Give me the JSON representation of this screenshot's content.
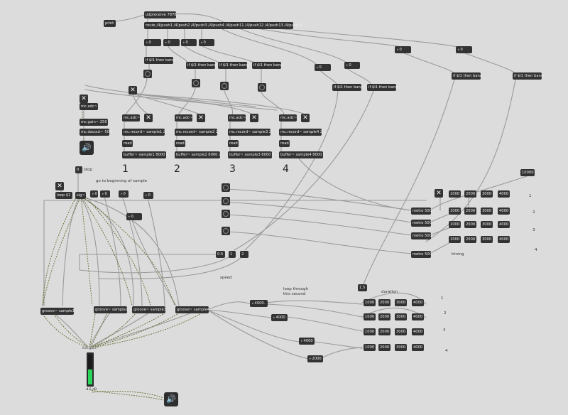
{
  "objects": {
    "udpreceive": "udpreceive 7878",
    "print": "print",
    "route": "route /4/push1 /4/push2 /4/push3 /4/push4 /4/push11 /4/push12 /4/push13 /4/push14",
    "num_zero": "0",
    "if_then_bang": "if $i1 then bang",
    "mc_adc": "mc.adc~",
    "mc_gain": "mc.gain~ 250",
    "mc_dac_out": "mc.dacout~ 500",
    "mc_adc_sub": "mc.adc~",
    "mc_record": [
      "mc.record~ sample1 2",
      "mc.record~ sample2 2",
      "mc.record~ sample3 2",
      "mc.record~ sample4 2"
    ],
    "read": "read",
    "buffer": [
      "buffer~ sample1 8000 2",
      "buffer~ sample2 8000 2",
      "buffer~ sample3 8000 2",
      "buffer~ sample4 8000 2"
    ],
    "stop_num": "0",
    "loop": "loop $1",
    "sig": "sig~",
    "num_0": "0",
    "num_0_dot": "0.",
    "groove": [
      "groove~ sample1",
      "groove~ sample2",
      "groove~ sample3",
      "groove~ sample4"
    ],
    "speeds": [
      "0.5",
      "1",
      "2"
    ],
    "speed_extra": "1.5",
    "metro": "metro 500",
    "metro_times": [
      "1000",
      "2000",
      "3000",
      "4000"
    ],
    "metro_ten": "10000",
    "dur_nums": [
      "1000",
      "2000",
      "3000",
      "4000"
    ],
    "dur_vals": [
      "4000.",
      "4000",
      "4000",
      "2000"
    ],
    "live_gain": "live.gain~",
    "gain_db": "-4.5 dB"
  },
  "comments": {
    "stop": "stop",
    "go_begin": "go to beginning of sample",
    "speed": "speed",
    "loop_through": "loop through this second",
    "duration": "duration",
    "timing": "timing",
    "sample_nums": [
      "1",
      "2",
      "3",
      "4"
    ],
    "row_nums": [
      "1",
      "2",
      "3",
      "4"
    ]
  },
  "colors": {
    "background": "#dcdcdc",
    "object": "#333333",
    "cord": "#9a9a9a",
    "signal_cord": "#5a6b2a",
    "meter": "#29d65a"
  }
}
